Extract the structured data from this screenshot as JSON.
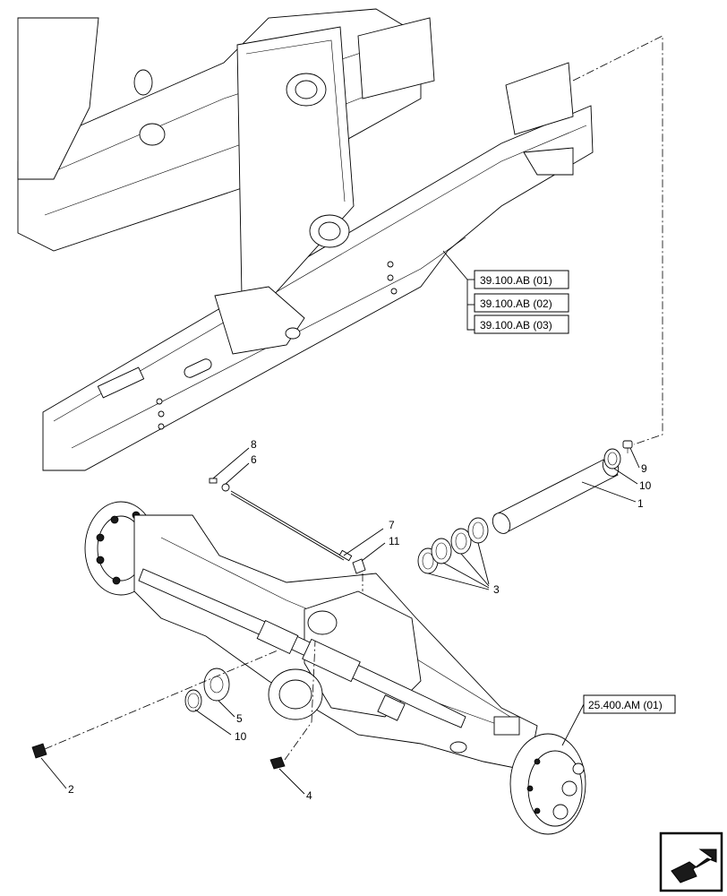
{
  "references": [
    {
      "id": "ref-39-100-ab-01",
      "label": "39.100.AB (01)"
    },
    {
      "id": "ref-39-100-ab-02",
      "label": "39.100.AB (02)"
    },
    {
      "id": "ref-39-100-ab-03",
      "label": "39.100.AB (03)"
    },
    {
      "id": "ref-25-400-am-01",
      "label": "25.400.AM (01)"
    }
  ],
  "callouts": {
    "c1": "1",
    "c2": "2",
    "c3": "3",
    "c4": "4",
    "c5": "5",
    "c6": "6",
    "c7": "7",
    "c8": "8",
    "c9": "9",
    "c10a": "10",
    "c10b": "10",
    "c11": "11"
  },
  "icons": {
    "nav": "next-page-arrow-icon"
  }
}
